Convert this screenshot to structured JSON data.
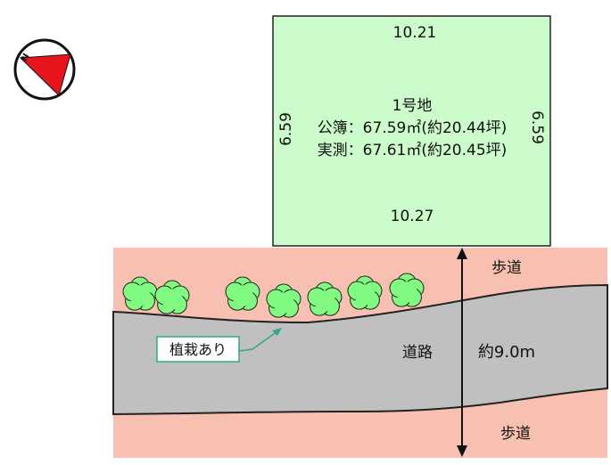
{
  "lot": {
    "name": "1号地",
    "top_width": "10.21",
    "bottom_width": "10.27",
    "left_depth": "6.59",
    "right_depth": "6.59",
    "registry_area": "公簿：67.59㎡(約20.44坪)",
    "measured_area": "実測：67.61㎡(約20.45坪)"
  },
  "road": {
    "label": "道路",
    "width": "約9.0m",
    "sidewalk_top": "歩道",
    "sidewalk_bottom": "歩道"
  },
  "planting": {
    "label": "植栽あり"
  },
  "compass": {
    "north_letter": "N"
  },
  "colors": {
    "lot_fill": "#ccfccc",
    "sidewalk": "#f8c0b0",
    "road": "#c0c0c0",
    "tree": "#80fa80",
    "arrow": "#2ea88a",
    "compass_needle": "#e8141c"
  }
}
